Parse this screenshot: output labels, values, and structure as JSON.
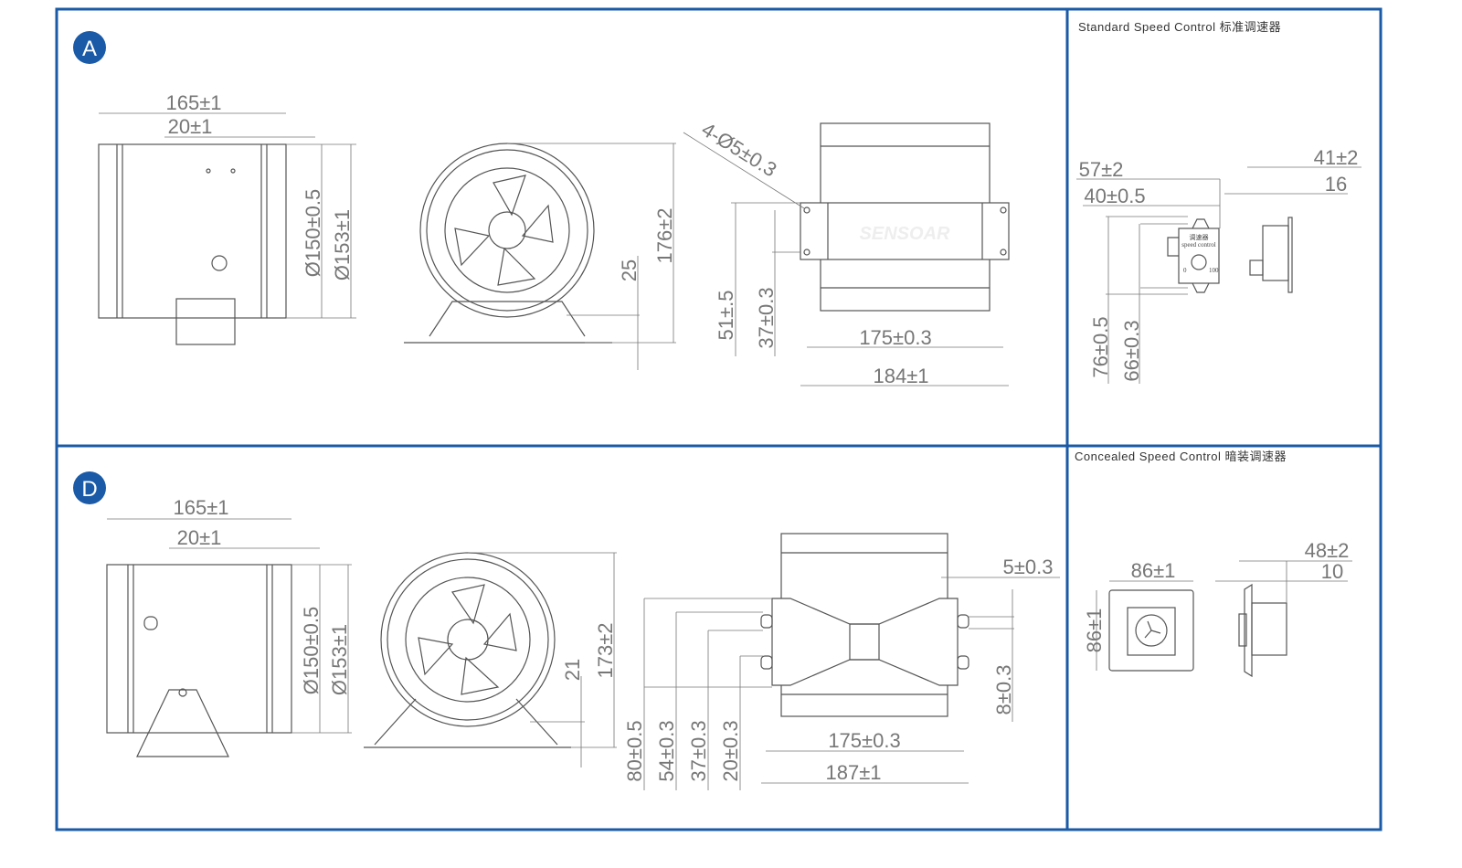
{
  "panel_a": {
    "badge": "A",
    "watermark": "SENSOAR",
    "dims": {
      "length": "165±1",
      "flange": "20±1",
      "inner_dia": "Ø150±0.5",
      "outer_dia": "Ø153±1",
      "height": "176±2",
      "base": "25",
      "holes": "4-Ø5±0.3",
      "bracket_h1": "51±.5",
      "bracket_h2": "37±0.3",
      "bracket_w1": "175±0.3",
      "bracket_w2": "184±1"
    }
  },
  "standard_control": {
    "title": "Standard Speed Control 标准调速器",
    "device_label_cn": "调速器",
    "device_label_en": "speed control",
    "scale_min": "0",
    "scale_max": "100",
    "dims": {
      "width_total": "57±2",
      "width_body": "40±0.5",
      "depth_total": "41±2",
      "depth_part": "16",
      "height_total": "76±0.5",
      "height_holes": "66±0.3"
    }
  },
  "panel_d": {
    "badge": "D",
    "dims": {
      "length": "165±1",
      "flange": "20±1",
      "inner_dia": "Ø150±0.5",
      "outer_dia": "Ø153±1",
      "base": "21",
      "height": "173±2",
      "offset": "5±0.3",
      "slot": "8±0.3",
      "h1": "80±0.5",
      "h2": "54±0.3",
      "h3": "37±0.3",
      "h4": "20±0.3",
      "w1": "175±0.3",
      "w2": "187±1"
    }
  },
  "concealed_control": {
    "title": "Concealed Speed Control 暗装调速器",
    "dims": {
      "width": "86±1",
      "height": "86±1",
      "depth_total": "48±2",
      "depth_part": "10"
    }
  },
  "colors": {
    "frame": "#1a5aa6",
    "line": "#555555",
    "text": "#777777"
  }
}
